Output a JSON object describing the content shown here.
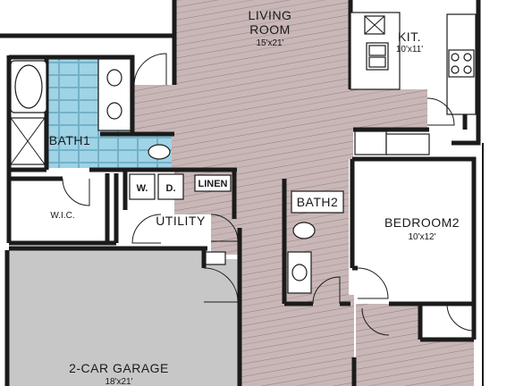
{
  "plan": {
    "colors": {
      "wood_floor": "#c9b7b7",
      "wood_line": "#8f7a7a",
      "tile_floor": "#9fd3e6",
      "tile_line": "#6aa9c1",
      "garage_floor": "#c7c7c7",
      "carpet": "#ffffff",
      "wall": "#1b1b1b"
    },
    "rooms": {
      "living": {
        "name": "LIVING",
        "name2": "ROOM",
        "dim": "15'x21'"
      },
      "kitchen": {
        "name": "KIT.",
        "dim": "10'x11'"
      },
      "bath1": {
        "name": "BATH1"
      },
      "wic": {
        "name": "W.I.C."
      },
      "utility": {
        "name": "UTILITY",
        "washer": "W.",
        "dryer": "D.",
        "linen": "LINEN"
      },
      "bath2": {
        "name": "BATH2"
      },
      "bedroom2": {
        "name": "BEDROOM2",
        "dim": "10'x12'"
      },
      "garage": {
        "name": "2-CAR GARAGE",
        "dim": "18'x21'"
      }
    }
  }
}
